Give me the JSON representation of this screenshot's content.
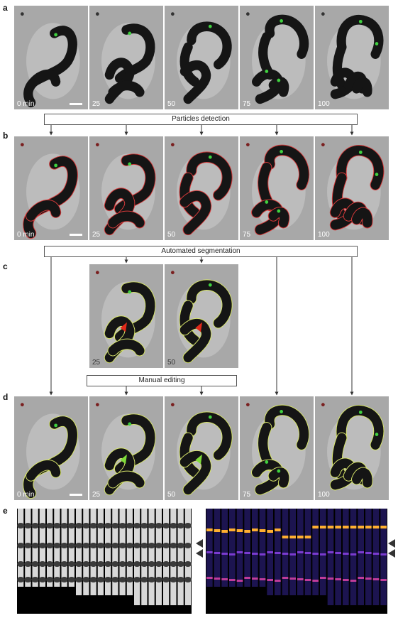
{
  "figure": {
    "panel_labels": {
      "a": "a",
      "b": "b",
      "c": "c",
      "d": "d",
      "e": "e"
    },
    "time_labels": [
      "0 min",
      "25",
      "50",
      "75",
      "100"
    ],
    "panel_c_time_labels": [
      "25",
      "50"
    ],
    "steps": {
      "particles": "Particles detection",
      "segmentation": "Automated segmentation",
      "manual": "Manual editing"
    },
    "colors": {
      "cell": "#151515",
      "background": "#a8a8a8",
      "particle": "#3fd13f",
      "outline_red": "#d83a3a",
      "outline_yellow": "#d8e66a",
      "arrowhead_red": "#e02a1a",
      "arrowhead_green": "#7fdc3a",
      "kymo_hot": "#ffb030",
      "kymo_cold": "#2a1c78"
    },
    "icons": [
      "scale-bar",
      "red-arrowhead-icon",
      "green-arrowhead-icon",
      "kymograph-pointer-icon"
    ]
  }
}
